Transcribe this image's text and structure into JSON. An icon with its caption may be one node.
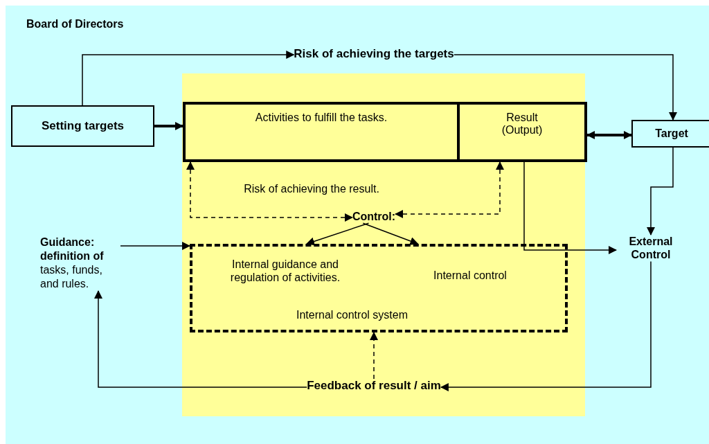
{
  "diagram": {
    "nodes": [
      {
        "text": [
          "Board of Directors"
        ]
      },
      {
        "text": [],
        "shape": "box",
        "in": 0
      },
      {
        "text": [
          "Setting targets"
        ],
        "in": 0
      },
      {
        "text": [
          "Risk of achieving the targets"
        ],
        "in": 0
      },
      {
        "text": [
          "Activities to fulfill the tasks."
        ],
        "in": 1
      },
      {
        "text": [
          "Result (Output)"
        ],
        "in": 1
      },
      {
        "text": [
          "Target"
        ],
        "in": 0
      },
      {
        "text": [
          "Risk of achieving the result."
        ],
        "in": 1
      },
      {
        "text": [
          "Control:"
        ],
        "in": 1
      },
      {
        "text": [
          "Internal control system"
        ],
        "in": 1
      },
      {
        "text": [
          "Internal guidance and regulation of activities."
        ],
        "in": 9
      },
      {
        "text": [
          "Internal control"
        ],
        "in": 9
      },
      {
        "text": [
          "**Guidance: definition of** tasks, funds, and rules."
        ],
        "in": 0
      },
      {
        "text": [
          "External Control"
        ],
        "in": 0
      },
      {
        "text": [
          "Feedback of result / aim"
        ],
        "in": 1
      }
    ],
    "edges": [
      {
        "from": 2,
        "to": 3,
        "arrow": "to"
      },
      {
        "from": 3,
        "to": 6,
        "arrow": "to"
      },
      {
        "from": 2,
        "to": 4,
        "arrow": "to",
        "style": "thick"
      },
      {
        "from": 5,
        "to": 6,
        "arrow": "both",
        "style": "thick"
      },
      {
        "from": 6,
        "to": 13,
        "arrow": "to"
      },
      {
        "from": 13,
        "to": 14,
        "arrow": "to"
      },
      {
        "from": 14,
        "to": 12,
        "arrow": "to"
      },
      {
        "from": 14,
        "to": 9,
        "arrow": "to",
        "style": "dashed"
      },
      {
        "from": 12,
        "to": 9,
        "arrow": "to"
      },
      {
        "from": 8,
        "to": 9,
        "arrow": "to"
      },
      {
        "from": 8,
        "to": 9,
        "arrow": "to"
      },
      {
        "from": 4,
        "to": 8,
        "arrow": "both",
        "style": "dashed"
      },
      {
        "from": 5,
        "to": 8,
        "arrow": "both",
        "style": "dashed"
      },
      {
        "from": 5,
        "to": 13,
        "arrow": "to"
      }
    ]
  }
}
